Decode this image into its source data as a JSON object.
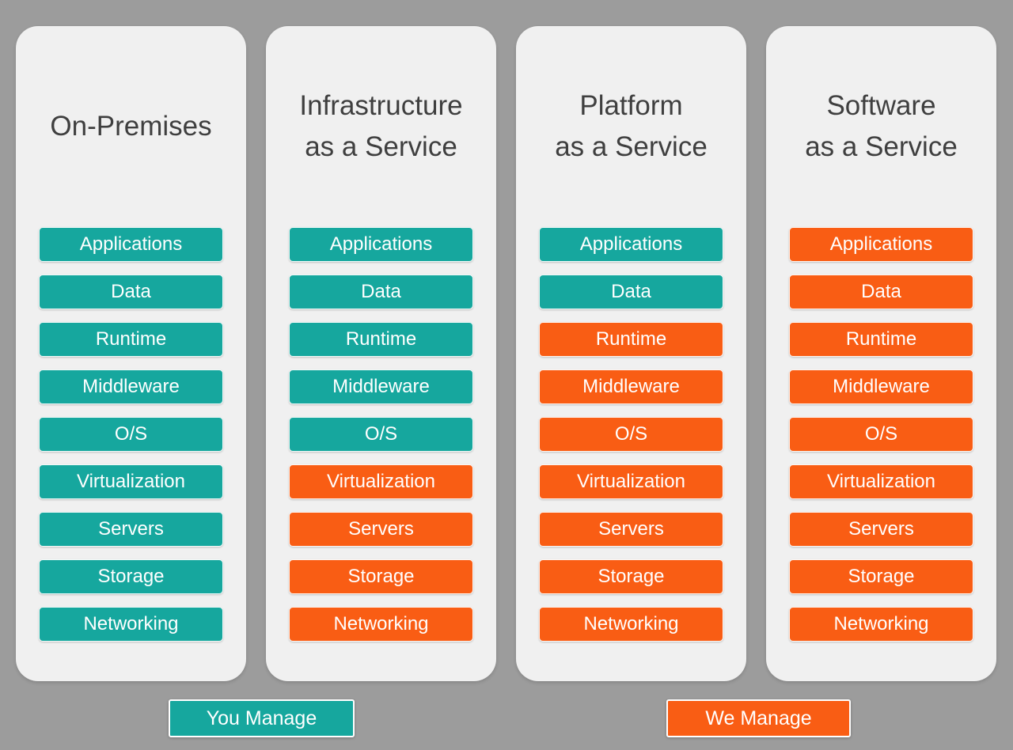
{
  "colors": {
    "background": "#9c9c9c",
    "column_bg": "#f0f0f0",
    "teal": "#16a79e",
    "orange": "#f95d14",
    "title_text": "#3f3f3f",
    "chip_text": "#ffffff"
  },
  "layers": [
    "Applications",
    "Data",
    "Runtime",
    "Middleware",
    "O/S",
    "Virtualization",
    "Servers",
    "Storage",
    "Networking"
  ],
  "columns": [
    {
      "id": "on-premises",
      "title_lines": [
        "On-Premises"
      ],
      "provider_managed_from_index": 9
    },
    {
      "id": "iaas",
      "title_lines": [
        "Infrastructure",
        "as a Service"
      ],
      "provider_managed_from_index": 5
    },
    {
      "id": "paas",
      "title_lines": [
        "Platform",
        "as a Service"
      ],
      "provider_managed_from_index": 2
    },
    {
      "id": "saas",
      "title_lines": [
        "Software",
        "as a Service"
      ],
      "provider_managed_from_index": 0
    }
  ],
  "legend": {
    "you_manage": "You Manage",
    "we_manage": "We Manage"
  }
}
